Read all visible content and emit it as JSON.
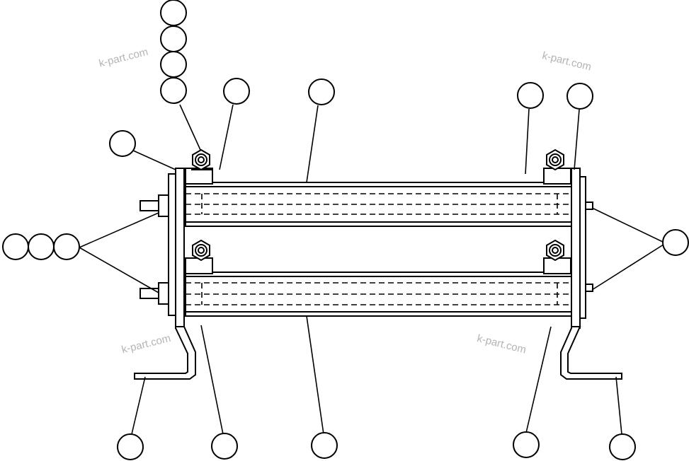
{
  "watermarks": [
    "k-part.com",
    "k-part.com",
    "k-part.com",
    "k-part.com"
  ],
  "callout_labels": []
}
